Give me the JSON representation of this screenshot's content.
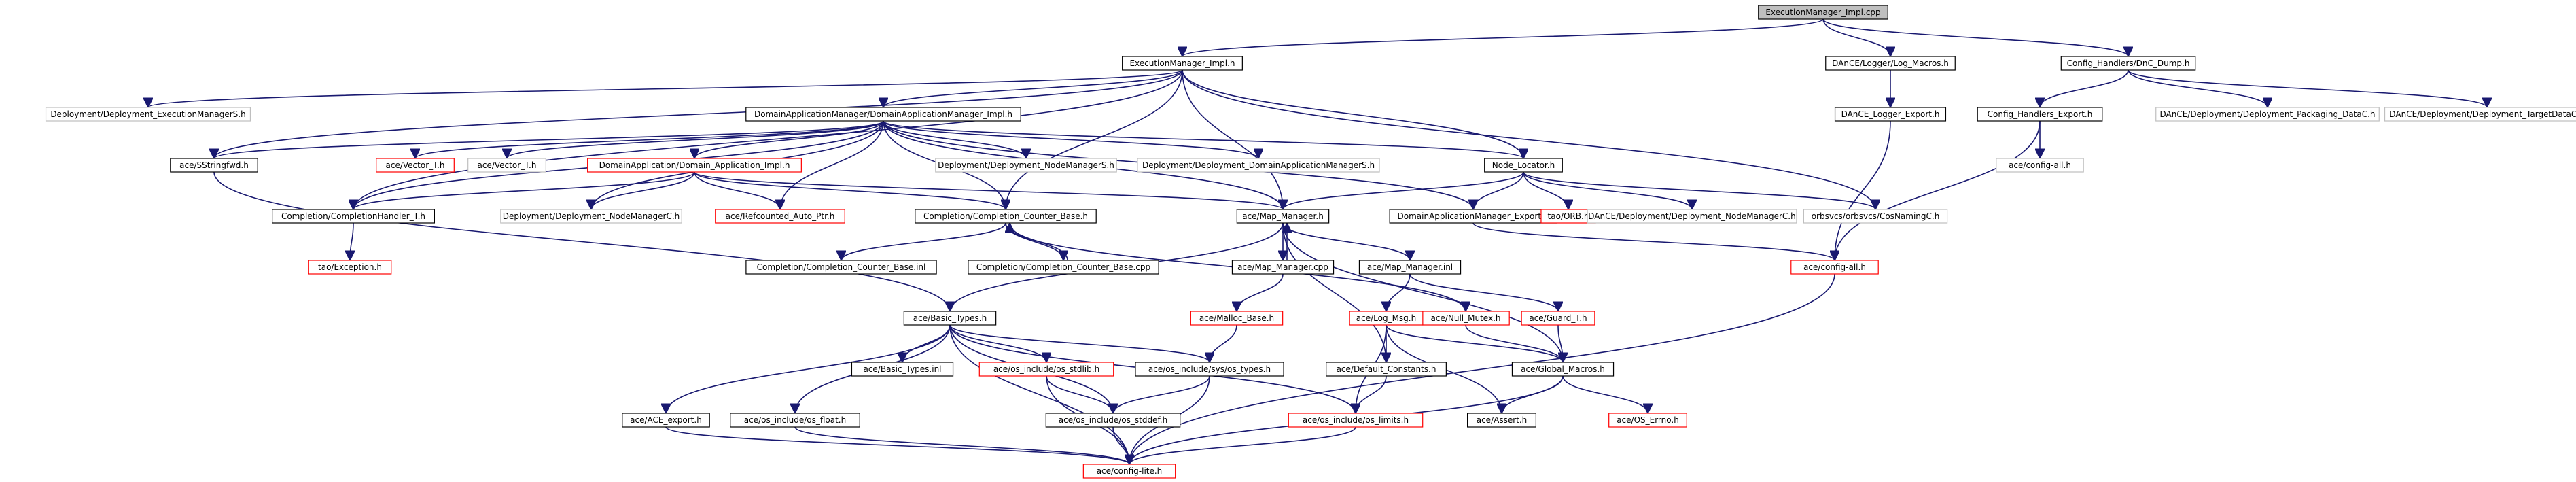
{
  "colors": {
    "edge": "#191970",
    "normal_border": "#000000",
    "missing_border": "#ff0000",
    "leaf_border": "#bfbfbf",
    "root_fill": "#bfbfbf",
    "node_fill": "#ffffff"
  },
  "nodes": [
    {
      "id": "root",
      "label": "ExecutionManager_Impl.cpp",
      "style": "root"
    },
    {
      "id": "emh",
      "label": "ExecutionManager_Impl.h",
      "style": "normal"
    },
    {
      "id": "logmacros",
      "label": "DAnCE/Logger/Log_Macros.h",
      "style": "normal"
    },
    {
      "id": "dncdump",
      "label": "Config_Handlers/DnC_Dump.h",
      "style": "normal"
    },
    {
      "id": "depexecs",
      "label": "Deployment/Deployment_ExecutionManagerS.h",
      "style": "leaf"
    },
    {
      "id": "damimpl",
      "label": "DomainApplicationManager/DomainApplicationManager_Impl.h",
      "style": "normal"
    },
    {
      "id": "loggerexport",
      "label": "DAnCE_Logger_Export.h",
      "style": "normal"
    },
    {
      "id": "chexport",
      "label": "Config_Handlers_Export.h",
      "style": "normal"
    },
    {
      "id": "pkgdatac",
      "label": "DAnCE/Deployment/Deployment_Packaging_DataC.h",
      "style": "leaf"
    },
    {
      "id": "tgtdatac",
      "label": "DAnCE/Deployment/Deployment_TargetDataC.h",
      "style": "leaf"
    },
    {
      "id": "sstringfwd",
      "label": "ace/SStringfwd.h",
      "style": "normal"
    },
    {
      "id": "vectorT",
      "label": "ace/Vector_T.h",
      "style": "missing"
    },
    {
      "id": "vectorTleaf",
      "label": "ace/Vector_T.h",
      "style": "leaf"
    },
    {
      "id": "daimpl",
      "label": "DomainApplication/Domain_Application_Impl.h",
      "style": "missing"
    },
    {
      "id": "nmS",
      "label": "Deployment/Deployment_NodeManagerS.h",
      "style": "leaf"
    },
    {
      "id": "damS",
      "label": "Deployment/Deployment_DomainApplicationManagerS.h",
      "style": "leaf"
    },
    {
      "id": "nodelocator",
      "label": "Node_Locator.h",
      "style": "normal"
    },
    {
      "id": "configall_leaf",
      "label": "ace/config-all.h",
      "style": "leaf"
    },
    {
      "id": "chT",
      "label": "Completion/CompletionHandler_T.h",
      "style": "normal"
    },
    {
      "id": "nmC",
      "label": "Deployment/Deployment_NodeManagerC.h",
      "style": "leaf"
    },
    {
      "id": "refauto",
      "label": "ace/Refcounted_Auto_Ptr.h",
      "style": "missing"
    },
    {
      "id": "ccbase",
      "label": "Completion/Completion_Counter_Base.h",
      "style": "normal"
    },
    {
      "id": "mapmgr",
      "label": "ace/Map_Manager.h",
      "style": "normal"
    },
    {
      "id": "damexport",
      "label": "DomainApplicationManager_Export.h",
      "style": "normal"
    },
    {
      "id": "taoorb",
      "label": "tao/ORB.h",
      "style": "missing"
    },
    {
      "id": "dnmC",
      "label": "DAnCE/Deployment/Deployment_NodeManagerC.h",
      "style": "leaf"
    },
    {
      "id": "cosnaming",
      "label": "orbsvcs/orbsvcs/CosNamingC.h",
      "style": "leaf"
    },
    {
      "id": "configall",
      "label": "ace/config-all.h",
      "style": "missing"
    },
    {
      "id": "taoexc",
      "label": "tao/Exception.h",
      "style": "missing"
    },
    {
      "id": "ccinl",
      "label": "Completion/Completion_Counter_Base.inl",
      "style": "normal"
    },
    {
      "id": "cccpp",
      "label": "Completion/Completion_Counter_Base.cpp",
      "style": "normal"
    },
    {
      "id": "mapcpp",
      "label": "ace/Map_Manager.cpp",
      "style": "normal"
    },
    {
      "id": "mapinl",
      "label": "ace/Map_Manager.inl",
      "style": "normal"
    },
    {
      "id": "mallocbase",
      "label": "ace/Malloc_Base.h",
      "style": "missing"
    },
    {
      "id": "nullmutex",
      "label": "ace/Null_Mutex.h",
      "style": "missing"
    },
    {
      "id": "basictypes",
      "label": "ace/Basic_Types.h",
      "style": "normal"
    },
    {
      "id": "logmsg",
      "label": "ace/Log_Msg.h",
      "style": "missing"
    },
    {
      "id": "guardT",
      "label": "ace/Guard_T.h",
      "style": "missing"
    },
    {
      "id": "basicinl",
      "label": "ace/Basic_Types.inl",
      "style": "normal"
    },
    {
      "id": "osstdlib",
      "label": "ace/os_include/os_stdlib.h",
      "style": "missing"
    },
    {
      "id": "systypes",
      "label": "ace/os_include/sys/os_types.h",
      "style": "normal"
    },
    {
      "id": "defconst",
      "label": "ace/Default_Constants.h",
      "style": "normal"
    },
    {
      "id": "globalmacros",
      "label": "ace/Global_Macros.h",
      "style": "normal"
    },
    {
      "id": "aceexport",
      "label": "ace/ACE_export.h",
      "style": "normal"
    },
    {
      "id": "osfloat",
      "label": "ace/os_include/os_float.h",
      "style": "normal"
    },
    {
      "id": "osstddef",
      "label": "ace/os_include/os_stddef.h",
      "style": "normal"
    },
    {
      "id": "oslimits",
      "label": "ace/os_include/os_limits.h",
      "style": "missing"
    },
    {
      "id": "aceassert",
      "label": "ace/Assert.h",
      "style": "normal"
    },
    {
      "id": "oserrno",
      "label": "ace/OS_Errno.h",
      "style": "missing"
    },
    {
      "id": "configlite",
      "label": "ace/config-lite.h",
      "style": "missing"
    }
  ],
  "edges": [
    [
      "root",
      "emh"
    ],
    [
      "root",
      "logmacros"
    ],
    [
      "root",
      "dncdump"
    ],
    [
      "logmacros",
      "loggerexport"
    ],
    [
      "loggerexport",
      "configall"
    ],
    [
      "dncdump",
      "chexport"
    ],
    [
      "dncdump",
      "pkgdatac"
    ],
    [
      "dncdump",
      "tgtdatac"
    ],
    [
      "chexport",
      "configall_leaf"
    ],
    [
      "chexport",
      "configall"
    ],
    [
      "emh",
      "depexecs"
    ],
    [
      "emh",
      "damimpl"
    ],
    [
      "emh",
      "sstringfwd"
    ],
    [
      "emh",
      "chT"
    ],
    [
      "emh",
      "ccbase"
    ],
    [
      "emh",
      "mapmgr"
    ],
    [
      "emh",
      "nodelocator"
    ],
    [
      "emh",
      "cosnaming"
    ],
    [
      "damimpl",
      "sstringfwd"
    ],
    [
      "damimpl",
      "vectorT"
    ],
    [
      "damimpl",
      "vectorTleaf"
    ],
    [
      "damimpl",
      "daimpl"
    ],
    [
      "damimpl",
      "nmS"
    ],
    [
      "damimpl",
      "damS"
    ],
    [
      "damimpl",
      "nodelocator"
    ],
    [
      "damimpl",
      "chT"
    ],
    [
      "damimpl",
      "nmC"
    ],
    [
      "damimpl",
      "refauto"
    ],
    [
      "damimpl",
      "ccbase"
    ],
    [
      "damimpl",
      "mapmgr"
    ],
    [
      "damimpl",
      "damexport"
    ],
    [
      "daimpl",
      "chT"
    ],
    [
      "daimpl",
      "nmC"
    ],
    [
      "daimpl",
      "refauto"
    ],
    [
      "daimpl",
      "ccbase"
    ],
    [
      "daimpl",
      "mapmgr"
    ],
    [
      "nodelocator",
      "mapmgr"
    ],
    [
      "nodelocator",
      "damexport"
    ],
    [
      "nodelocator",
      "taoorb"
    ],
    [
      "nodelocator",
      "dnmC"
    ],
    [
      "nodelocator",
      "cosnaming"
    ],
    [
      "sstringfwd",
      "basictypes"
    ],
    [
      "chT",
      "taoexc"
    ],
    [
      "ccbase",
      "ccinl"
    ],
    [
      "ccbase",
      "cccpp"
    ],
    [
      "ccbase",
      "nullmutex"
    ],
    [
      "cccpp",
      "ccbase"
    ],
    [
      "mapmgr",
      "mapcpp"
    ],
    [
      "mapmgr",
      "mapinl"
    ],
    [
      "mapmgr",
      "basictypes"
    ],
    [
      "mapmgr",
      "defconst"
    ],
    [
      "mapmgr",
      "globalmacros"
    ],
    [
      "mapcpp",
      "mapmgr"
    ],
    [
      "damexport",
      "configall"
    ],
    [
      "mapcpp",
      "mallocbase"
    ],
    [
      "mapinl",
      "logmsg"
    ],
    [
      "mapinl",
      "guardT"
    ],
    [
      "mallocbase",
      "systypes"
    ],
    [
      "logmsg",
      "defconst"
    ],
    [
      "logmsg",
      "oslimits"
    ],
    [
      "logmsg",
      "globalmacros"
    ],
    [
      "logmsg",
      "aceassert"
    ],
    [
      "guardT",
      "globalmacros"
    ],
    [
      "nullmutex",
      "globalmacros"
    ],
    [
      "basictypes",
      "basicinl"
    ],
    [
      "basictypes",
      "osstdlib"
    ],
    [
      "basictypes",
      "systypes"
    ],
    [
      "basictypes",
      "aceexport"
    ],
    [
      "basictypes",
      "osfloat"
    ],
    [
      "basictypes",
      "osstddef"
    ],
    [
      "basictypes",
      "oslimits"
    ],
    [
      "basictypes",
      "configlite"
    ],
    [
      "osstdlib",
      "osstddef"
    ],
    [
      "osstdlib",
      "configlite"
    ],
    [
      "systypes",
      "osstddef"
    ],
    [
      "systypes",
      "configlite"
    ],
    [
      "defconst",
      "oslimits"
    ],
    [
      "globalmacros",
      "aceassert"
    ],
    [
      "globalmacros",
      "oserrno"
    ],
    [
      "globalmacros",
      "configlite"
    ],
    [
      "aceexport",
      "configlite"
    ],
    [
      "osfloat",
      "configlite"
    ],
    [
      "osstddef",
      "configlite"
    ],
    [
      "oslimits",
      "configlite"
    ],
    [
      "configall",
      "configlite"
    ]
  ]
}
